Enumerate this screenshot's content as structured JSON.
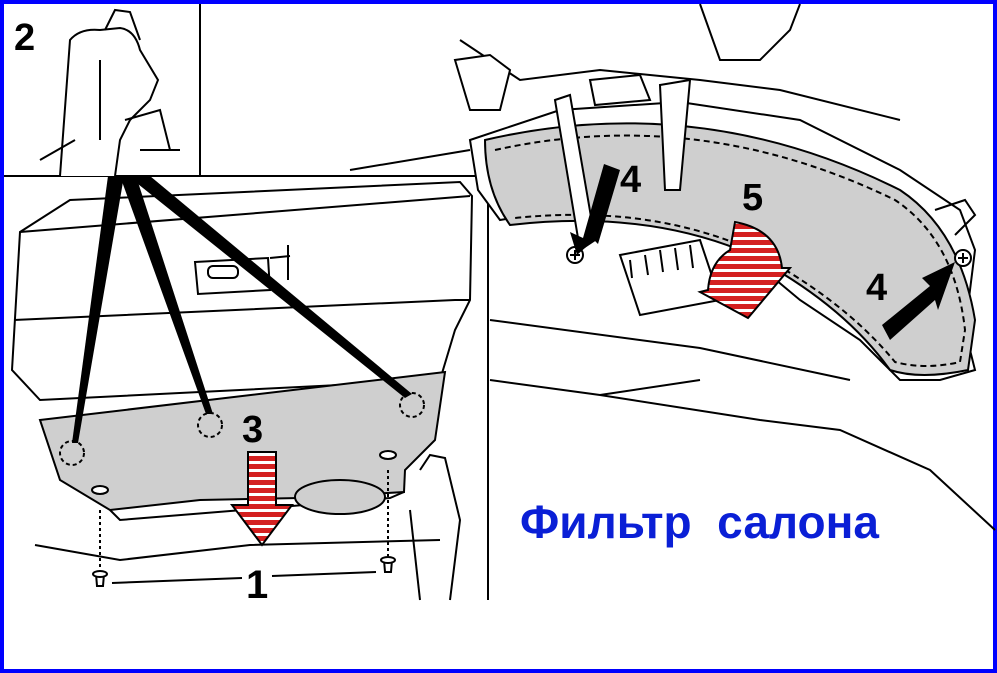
{
  "labels": {
    "n1": "1",
    "n2": "2",
    "n3": "3",
    "n4a": "4",
    "n4b": "4",
    "n5": "5"
  },
  "caption": "Фильтр  салона",
  "colors": {
    "frame": "#0000ff",
    "caption": "#0a1fd6",
    "arrow_red": "#d42020",
    "filter_gray": "#cfcfcf",
    "ink": "#000000"
  }
}
